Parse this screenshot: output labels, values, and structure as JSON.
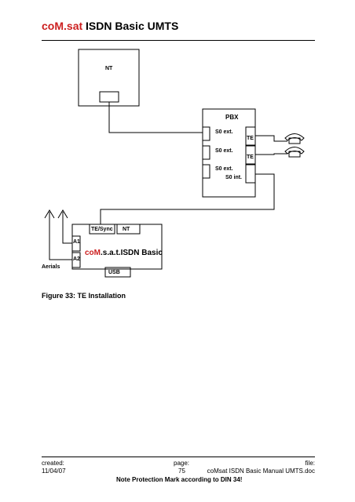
{
  "header": {
    "brand_co": "co",
    "brand_m": "M",
    "brand_sat": ".sat",
    "title": " ISDN Basic UMTS"
  },
  "diagram": {
    "nt_top_label": "NT",
    "pbx_label": "PBX",
    "s0_ext_1": "S0 ext.",
    "s0_ext_2": "S0 ext.",
    "s0_ext_3": "S0 ext.",
    "s0_int": "S0 int.",
    "te_1": "TE",
    "te_2": "TE",
    "device_port_te_sync": "TE/Sync",
    "device_port_nt": "NT",
    "device_name_co": "co",
    "device_name_m": "M",
    "device_name_rest": ".s.a.t.ISDN Basic",
    "a1": "A1",
    "a2": "A2",
    "usb": "USB",
    "aerials": "Aerials"
  },
  "caption": "Figure 33: TE Installation",
  "footer": {
    "created_label": "created:",
    "created_value": "11/04/07",
    "page_label": "page:",
    "page_value": "75",
    "file_label": "file:",
    "file_value": "coMsat ISDN Basic Manual UMTS.doc",
    "notice": "Note Protection Mark according to DIN 34!"
  },
  "colors": {
    "brand_red": "#cc1f1f",
    "line": "#000000"
  }
}
